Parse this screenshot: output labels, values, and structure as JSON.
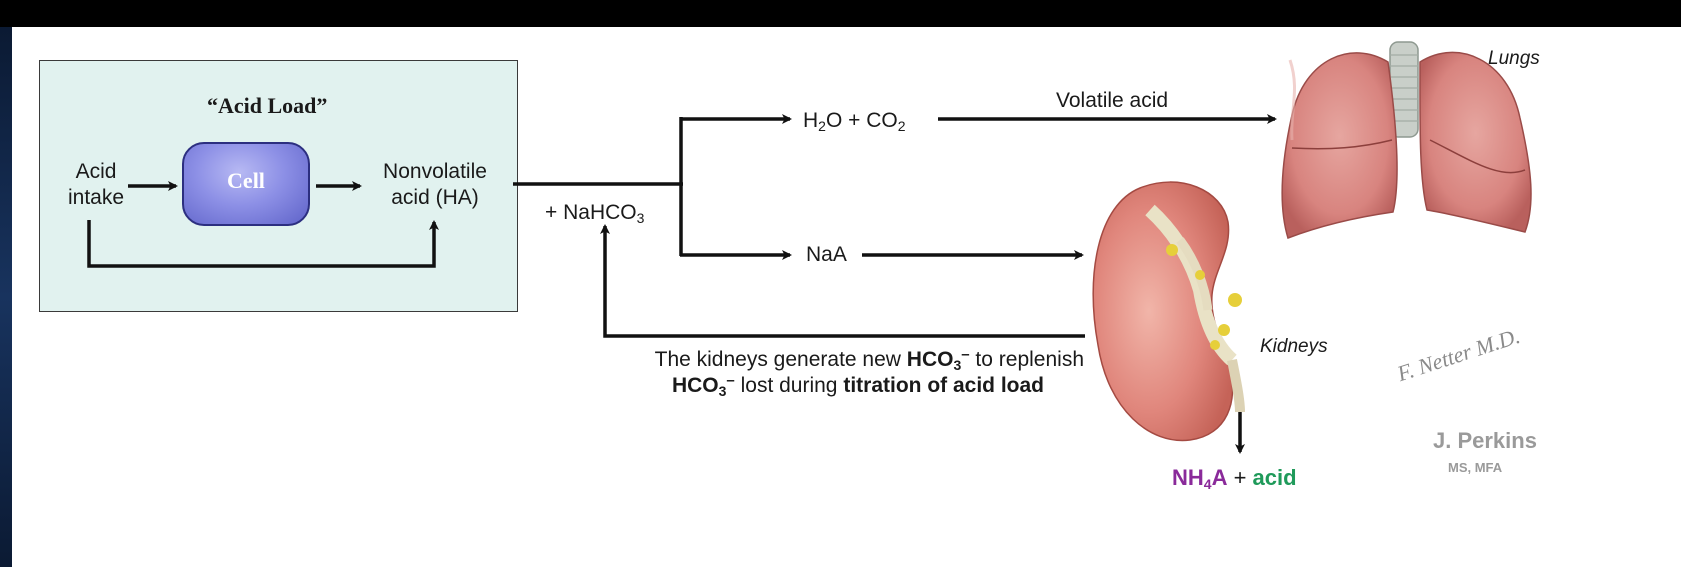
{
  "acid_load": {
    "title": "“Acid Load”",
    "acid_intake_line1": "Acid",
    "acid_intake_line2": "intake",
    "cell": "Cell",
    "nonvolatile_line1": "Nonvolatile",
    "nonvolatile_line2": "acid (HA)"
  },
  "reactions": {
    "nahco3": "+ NaHCO",
    "nahco3_sub": "3",
    "h2o_co2_part1": "H",
    "h2o_co2_sub1": "2",
    "h2o_co2_part2": "O + CO",
    "h2o_co2_sub2": "2",
    "naa": "NaA",
    "volatile_acid": "Volatile acid"
  },
  "kidney_note": {
    "line1_prefix": "The kidneys generate new ",
    "line1_bold": "HCO",
    "line1_sub": "3",
    "line1_sup": "–",
    "line1_suffix": " to replenish",
    "line2_bold": "HCO",
    "line2_sub": "3",
    "line2_sup": "–",
    "line2_mid": " lost during ",
    "line2_bold2": "titration of acid load"
  },
  "organs": {
    "lungs": "Lungs",
    "kidneys": "Kidneys"
  },
  "output": {
    "nh4a_part1": "NH",
    "nh4a_sub": "4",
    "nh4a_part2": "A",
    "plus": " + ",
    "acid": "acid"
  },
  "credits": {
    "signature": "F. Netter M.D.",
    "artist": "J. Perkins",
    "degrees": "MS, MFA"
  },
  "colors": {
    "box_fill": "#e1f2ef",
    "cell_fill": "#8d90e6",
    "nh4a": "#8a2a9a",
    "acid": "#1f9a5a"
  }
}
